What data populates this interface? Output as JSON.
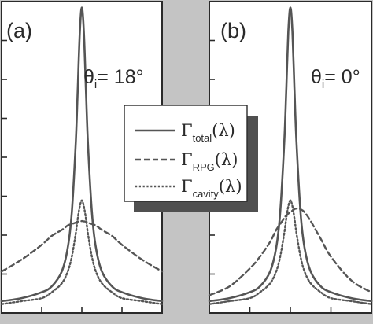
{
  "chart_data": [
    {
      "type": "line",
      "panel_label": "(a)",
      "annotation": {
        "symbol": "θ",
        "subscript": "i",
        "value": "= 18°"
      },
      "x": [
        -2.0,
        -1.5,
        -1.0,
        -0.75,
        -0.5,
        -0.35,
        -0.25,
        -0.15,
        -0.1,
        -0.05,
        0.0,
        0.05,
        0.1,
        0.15,
        0.25,
        0.35,
        0.5,
        0.75,
        1.0,
        1.5,
        2.0
      ],
      "series": [
        {
          "name": "Γtotal(λ)",
          "style": "solid",
          "values": [
            0.01,
            0.02,
            0.04,
            0.06,
            0.11,
            0.19,
            0.31,
            0.55,
            0.73,
            0.92,
            1.0,
            0.92,
            0.73,
            0.55,
            0.31,
            0.19,
            0.11,
            0.06,
            0.04,
            0.02,
            0.01
          ]
        },
        {
          "name": "ΓRPG(λ)",
          "style": "dashed",
          "values": [
            0.11,
            0.15,
            0.2,
            0.23,
            0.25,
            0.265,
            0.27,
            0.275,
            0.278,
            0.279,
            0.28,
            0.279,
            0.278,
            0.275,
            0.27,
            0.265,
            0.25,
            0.23,
            0.2,
            0.15,
            0.11
          ]
        },
        {
          "name": "Γcavity(λ)",
          "style": "dotted",
          "values": [
            0.0,
            0.01,
            0.02,
            0.04,
            0.07,
            0.11,
            0.16,
            0.24,
            0.29,
            0.33,
            0.35,
            0.33,
            0.29,
            0.24,
            0.16,
            0.11,
            0.07,
            0.04,
            0.02,
            0.01,
            0.0
          ]
        }
      ],
      "xlim": [
        -2.0,
        2.0
      ],
      "ylim": [
        -0.03,
        1.02
      ]
    },
    {
      "type": "line",
      "panel_label": "(b)",
      "annotation": {
        "symbol": "θ",
        "subscript": "i",
        "value": "= 0°"
      },
      "x": [
        -2.0,
        -1.5,
        -1.0,
        -0.75,
        -0.5,
        -0.35,
        -0.25,
        -0.15,
        -0.1,
        -0.05,
        0.0,
        0.05,
        0.1,
        0.15,
        0.25,
        0.35,
        0.5,
        0.75,
        1.0,
        1.5,
        2.0
      ],
      "series": [
        {
          "name": "Γtotal(λ)",
          "style": "solid",
          "values": [
            0.01,
            0.02,
            0.04,
            0.06,
            0.11,
            0.19,
            0.31,
            0.55,
            0.73,
            0.92,
            1.0,
            0.92,
            0.73,
            0.55,
            0.31,
            0.19,
            0.11,
            0.06,
            0.04,
            0.02,
            0.01
          ]
        },
        {
          "name": "ΓRPG(λ)",
          "style": "dashed",
          "values": [
            0.03,
            0.06,
            0.12,
            0.16,
            0.21,
            0.25,
            0.27,
            0.29,
            0.3,
            0.305,
            0.31,
            0.315,
            0.32,
            0.322,
            0.32,
            0.31,
            0.28,
            0.22,
            0.16,
            0.08,
            0.04
          ]
        },
        {
          "name": "Γcavity(λ)",
          "style": "dotted",
          "values": [
            0.0,
            0.01,
            0.02,
            0.04,
            0.07,
            0.11,
            0.16,
            0.24,
            0.29,
            0.33,
            0.35,
            0.33,
            0.29,
            0.24,
            0.16,
            0.11,
            0.07,
            0.04,
            0.02,
            0.01,
            0.0
          ]
        }
      ],
      "xlim": [
        -2.0,
        2.0
      ],
      "ylim": [
        -0.03,
        1.02
      ]
    }
  ],
  "legend": {
    "entries": [
      {
        "symbol": "Γ",
        "subscript": "total",
        "arg": "(λ)",
        "style": "solid"
      },
      {
        "symbol": "Γ",
        "subscript": "RPG",
        "arg": "(λ)",
        "style": "dashed"
      },
      {
        "symbol": "Γ",
        "subscript": "cavity",
        "arg": "(λ)",
        "style": "dotted"
      }
    ]
  },
  "colors": {
    "background": "#c4c4c4",
    "curve": "#555555",
    "axes": "#2a2a2a",
    "shadow": "#505050"
  }
}
